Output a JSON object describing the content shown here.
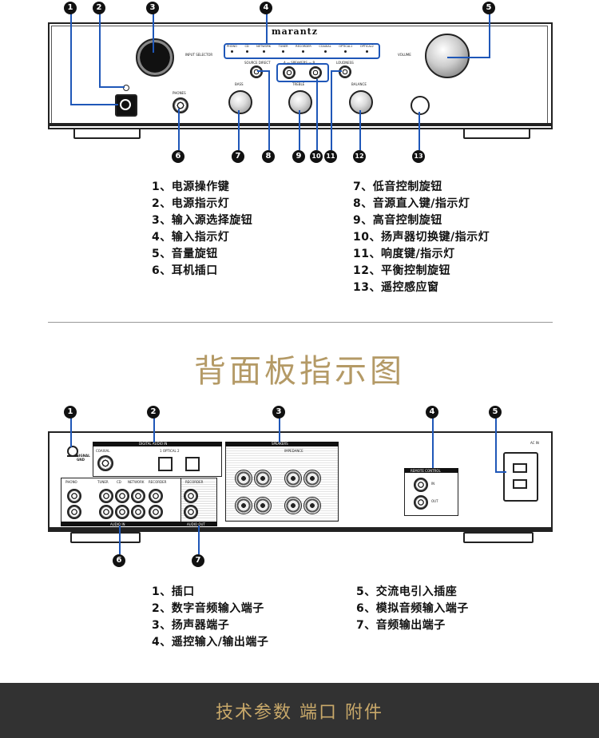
{
  "front": {
    "brand": "marantz",
    "labels": {
      "input_selector": "INPUT SELECTOR",
      "source_direct": "SOURCE DIRECT",
      "speakers": "A — SPEAKERS — B",
      "loudness": "LOUDNESS",
      "volume": "VOLUME",
      "phones": "PHONES",
      "bass": "BASS",
      "treble": "TREBLE",
      "balance": "BALANCE"
    },
    "inputs": [
      "PHONO",
      "CD",
      "NETWORK",
      "TUNER",
      "RECORDER",
      "COAXIAL",
      "OPTICAL1",
      "OPTICAL2"
    ],
    "callouts": [
      "1",
      "2",
      "3",
      "4",
      "5",
      "6",
      "7",
      "8",
      "9",
      "10",
      "11",
      "12",
      "13"
    ],
    "legend_left": [
      "1、电源操作键",
      "2、电源指示灯",
      "3、输入源选择旋钮",
      "4、输入指示灯",
      "5、音量旋钮",
      "6、耳机插口"
    ],
    "legend_right": [
      "7、低音控制旋钮",
      "8、音源直入键/指示灯",
      "9、高音控制旋钮",
      "10、扬声器切换键/指示灯",
      "11、响度键/指示灯",
      "12、平衡控制旋钮",
      "13、遥控感应窗"
    ]
  },
  "rear_title": "背面板指示图",
  "rear": {
    "labels": {
      "digital_audio_in": "DIGITAL AUDIO IN",
      "coaxial": "COAXIAL",
      "optical": "1   OPTICAL   2",
      "speakers": "SPEAKERS",
      "impedance": "IMPEDANCE",
      "remote_control": "REMOTE CONTROL",
      "remote_in": "IN",
      "remote_out": "OUT",
      "ac_in": "AC IN",
      "signal_gnd": "SIGNAL GND",
      "phono": "PHONO",
      "tuner": "TUNER",
      "cd": "CD",
      "network": "NETWORK",
      "recorder_in": "RECORDER",
      "recorder_out": "RECORDER",
      "audio_in": "AUDIO IN",
      "audio_out": "AUDIO OUT"
    },
    "callouts": [
      "1",
      "2",
      "3",
      "4",
      "5",
      "6",
      "7"
    ],
    "legend_left": [
      "1、插口",
      "2、数字音频输入端子",
      "3、扬声器端子",
      "4、遥控输入/输出端子"
    ],
    "legend_right": [
      "5、交流电引入插座",
      "6、模拟音频输入端子",
      "7、音频输出端子"
    ]
  },
  "footer": "技术参数  端口  附件",
  "colors": {
    "accent_line": "#1f57b8",
    "title_gold": "#b49a66",
    "footer_bg": "#323232",
    "footer_text": "#c9a96a"
  }
}
